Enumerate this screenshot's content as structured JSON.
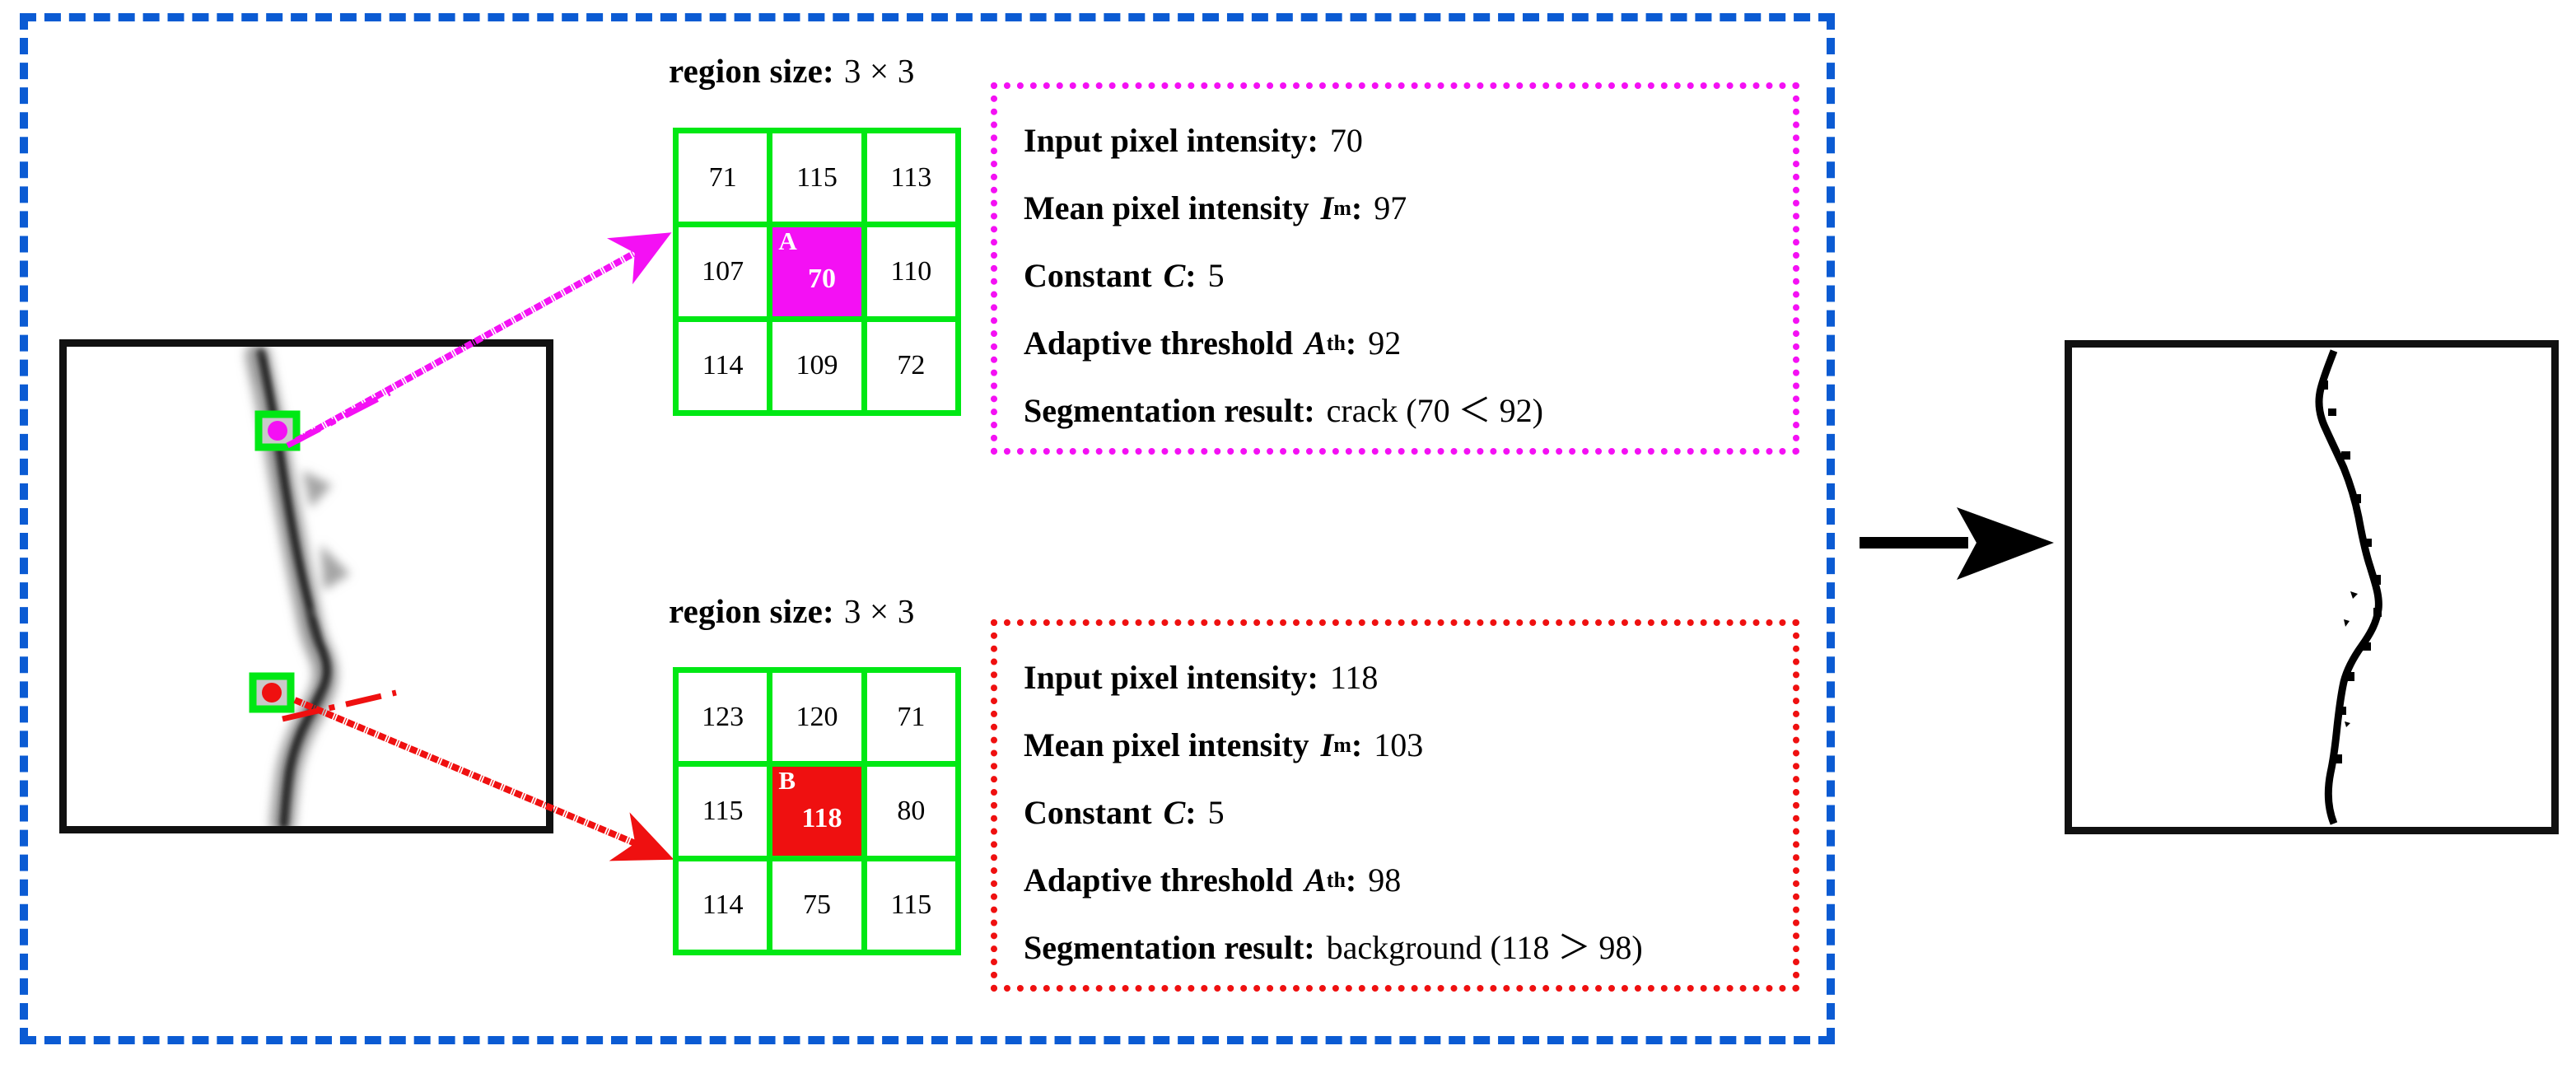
{
  "colors": {
    "outer_frame": "#0b5bd3",
    "grid_line": "#00e814",
    "point_a": "#f410f4",
    "point_b": "#ef1010",
    "image_border": "#111111",
    "arrow": "#000000"
  },
  "case_a": {
    "region_caption_label": "region size:",
    "region_caption_value": "3 × 3",
    "marker_label": "A",
    "grid": [
      [
        "71",
        "115",
        "113"
      ],
      [
        "107",
        "70",
        "110"
      ],
      [
        "114",
        "109",
        "72"
      ]
    ],
    "center_index": [
      1,
      1
    ],
    "info": {
      "input_label": "Input pixel intensity:",
      "input_value": "70",
      "mean_label": "Mean pixel intensity",
      "mean_symbol": "I",
      "mean_symbol_sub": "m",
      "mean_value": "97",
      "constant_label": "Constant",
      "constant_symbol": "C",
      "constant_value": "5",
      "threshold_label": "Adaptive threshold",
      "threshold_symbol": "A",
      "threshold_symbol_sub": "th",
      "threshold_value": "92",
      "result_label": "Segmentation result:",
      "result_value": "crack  (70 ＜ 92)"
    }
  },
  "case_b": {
    "region_caption_label": "region size:",
    "region_caption_value": "3 × 3",
    "marker_label": "B",
    "grid": [
      [
        "123",
        "120",
        "71"
      ],
      [
        "115",
        "118",
        "80"
      ],
      [
        "114",
        "75",
        "115"
      ]
    ],
    "center_index": [
      1,
      1
    ],
    "info": {
      "input_label": "Input pixel intensity:",
      "input_value": "118",
      "mean_label": "Mean pixel intensity",
      "mean_symbol": "I",
      "mean_symbol_sub": "m",
      "mean_value": "103",
      "constant_label": "Constant",
      "constant_symbol": "C",
      "constant_value": "5",
      "threshold_label": "Adaptive threshold",
      "threshold_symbol": "A",
      "threshold_symbol_sub": "th",
      "threshold_value": "98",
      "result_label": "Segmentation result:",
      "result_value": "background  (118 ＞ 98)"
    }
  },
  "source_image": {
    "description": "grayscale pavement crack image with two sampled pixel locations"
  },
  "output_image": {
    "description": "binary segmentation result showing extracted crack skeleton"
  },
  "transition_arrow": {
    "icon": "right-arrow-icon"
  }
}
